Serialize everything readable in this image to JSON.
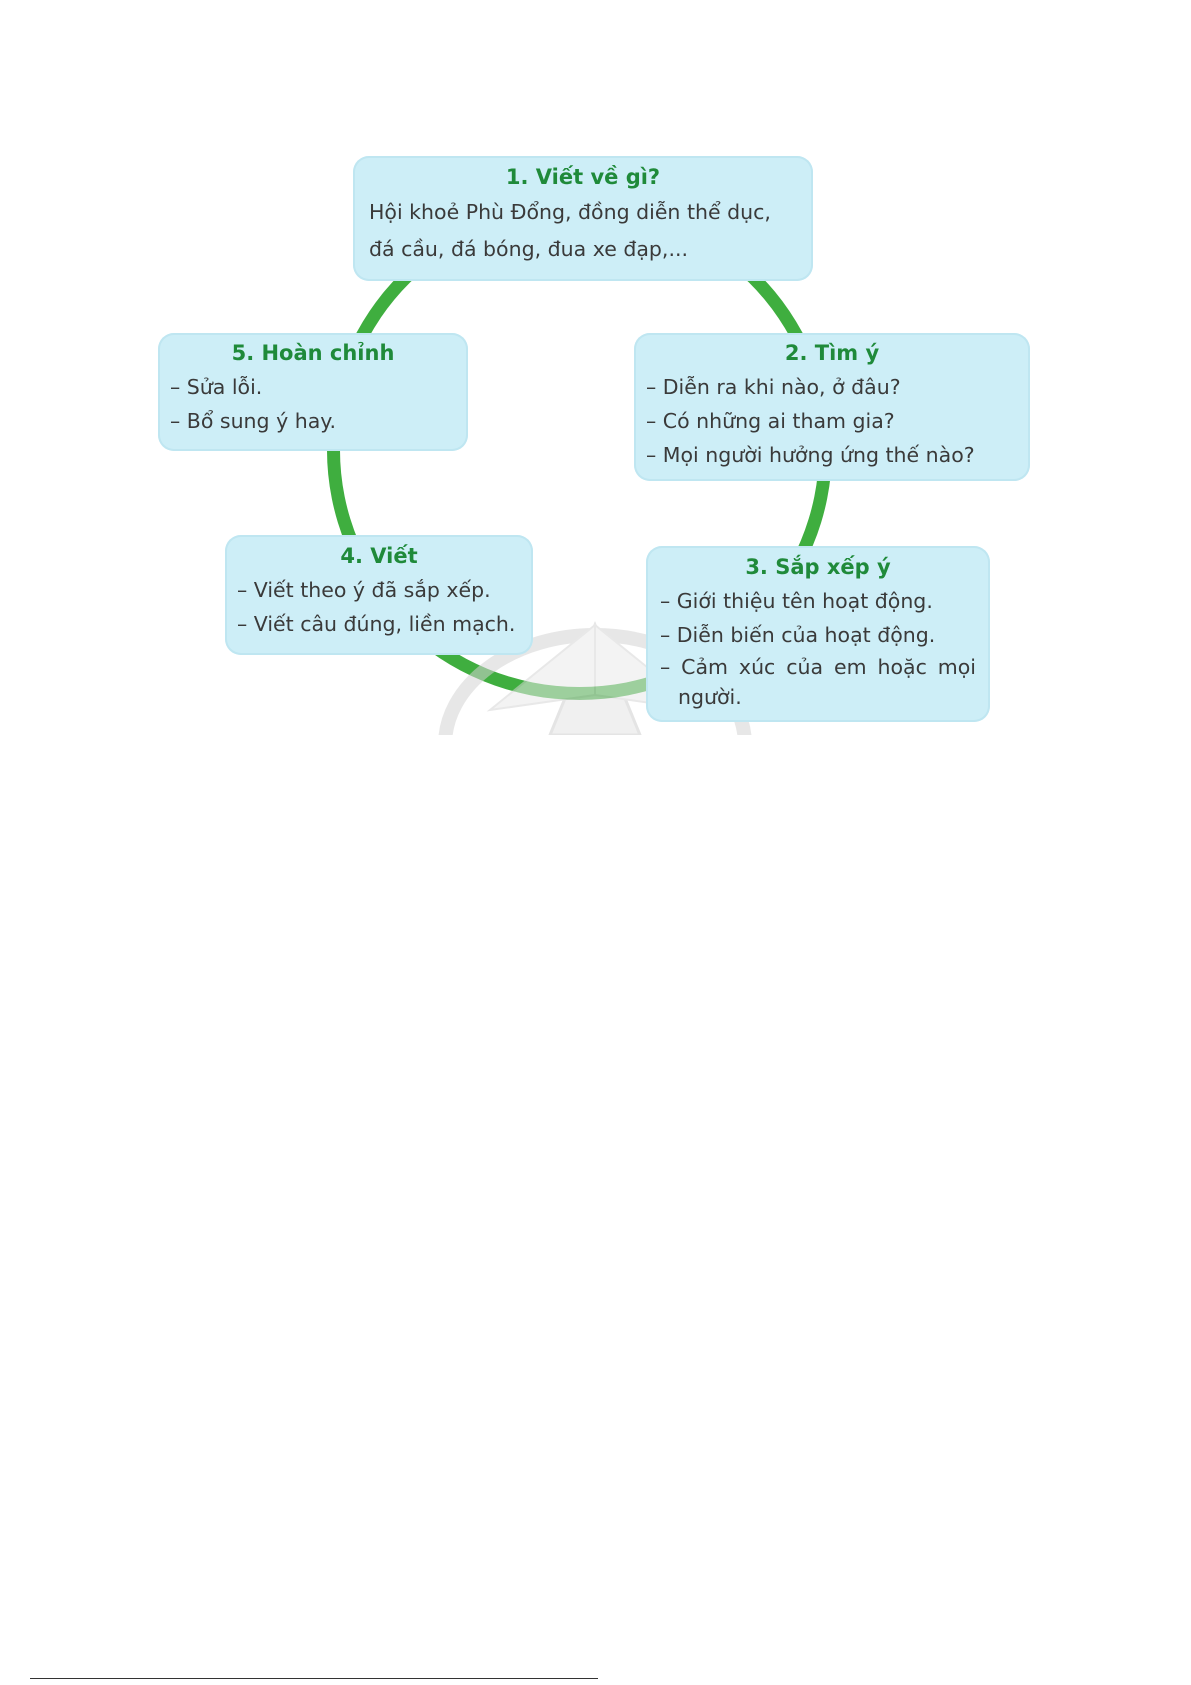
{
  "steps": [
    {
      "title": "1. Viết về gì?",
      "lines": [
        "Hội khoẻ Phù Đổng, đồng diễn thể dục,",
        "đá cầu, đá bóng, đua xe đạp,..."
      ]
    },
    {
      "title": "2. Tìm ý",
      "lines": [
        "– Diễn ra khi nào, ở đâu?",
        "– Có những ai tham gia?",
        "– Mọi người hưởng ứng thế nào?"
      ]
    },
    {
      "title": "3. Sắp xếp ý",
      "lines": [
        "– Giới thiệu tên hoạt động.",
        "– Diễn biến của hoạt động.",
        "– Cảm xúc của em hoặc mọi người."
      ]
    },
    {
      "title": "4. Viết",
      "lines": [
        "– Viết theo ý đã sắp xếp.",
        "– Viết câu đúng, liền mạch."
      ]
    },
    {
      "title": "5. Hoàn chỉnh",
      "lines": [
        "– Sửa lỗi.",
        "– Bổ sung ý hay."
      ]
    }
  ],
  "colors": {
    "ring": "#3fae3f",
    "box_fill": "#cdeef7",
    "title_text": "#1f8a3a",
    "body_text": "#3a3a3a"
  }
}
